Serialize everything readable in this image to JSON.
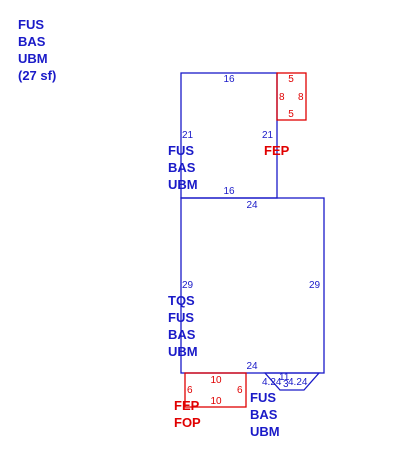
{
  "colors": {
    "blue": "#1a1ac8",
    "red": "#e00000"
  },
  "corner_label": [
    "FUS",
    "BAS",
    "UBM",
    "(27 sf)"
  ],
  "upper_block": {
    "dims": {
      "top": "16",
      "left": "21",
      "right": "21",
      "bottom": "16"
    },
    "labels": [
      "FUS",
      "BAS",
      "UBM"
    ]
  },
  "fep_box": {
    "dims": {
      "top": "5",
      "left": "8",
      "right": "8",
      "bottom": "5"
    },
    "label": "FEP"
  },
  "lower_block": {
    "dims": {
      "top": "24",
      "left": "29",
      "right": "29",
      "bottom": "24"
    },
    "labels": [
      "TQS",
      "FUS",
      "BAS",
      "UBM"
    ]
  },
  "porch": {
    "dims": {
      "top": "10",
      "left": "6",
      "right": "6",
      "bottom": "10"
    },
    "labels": [
      "FEP",
      "FOP"
    ]
  },
  "bay": {
    "dims": {
      "left": "4.24",
      "middle": "3",
      "right": "4.24",
      "top": "11"
    },
    "labels": [
      "FUS",
      "BAS",
      "UBM"
    ]
  }
}
